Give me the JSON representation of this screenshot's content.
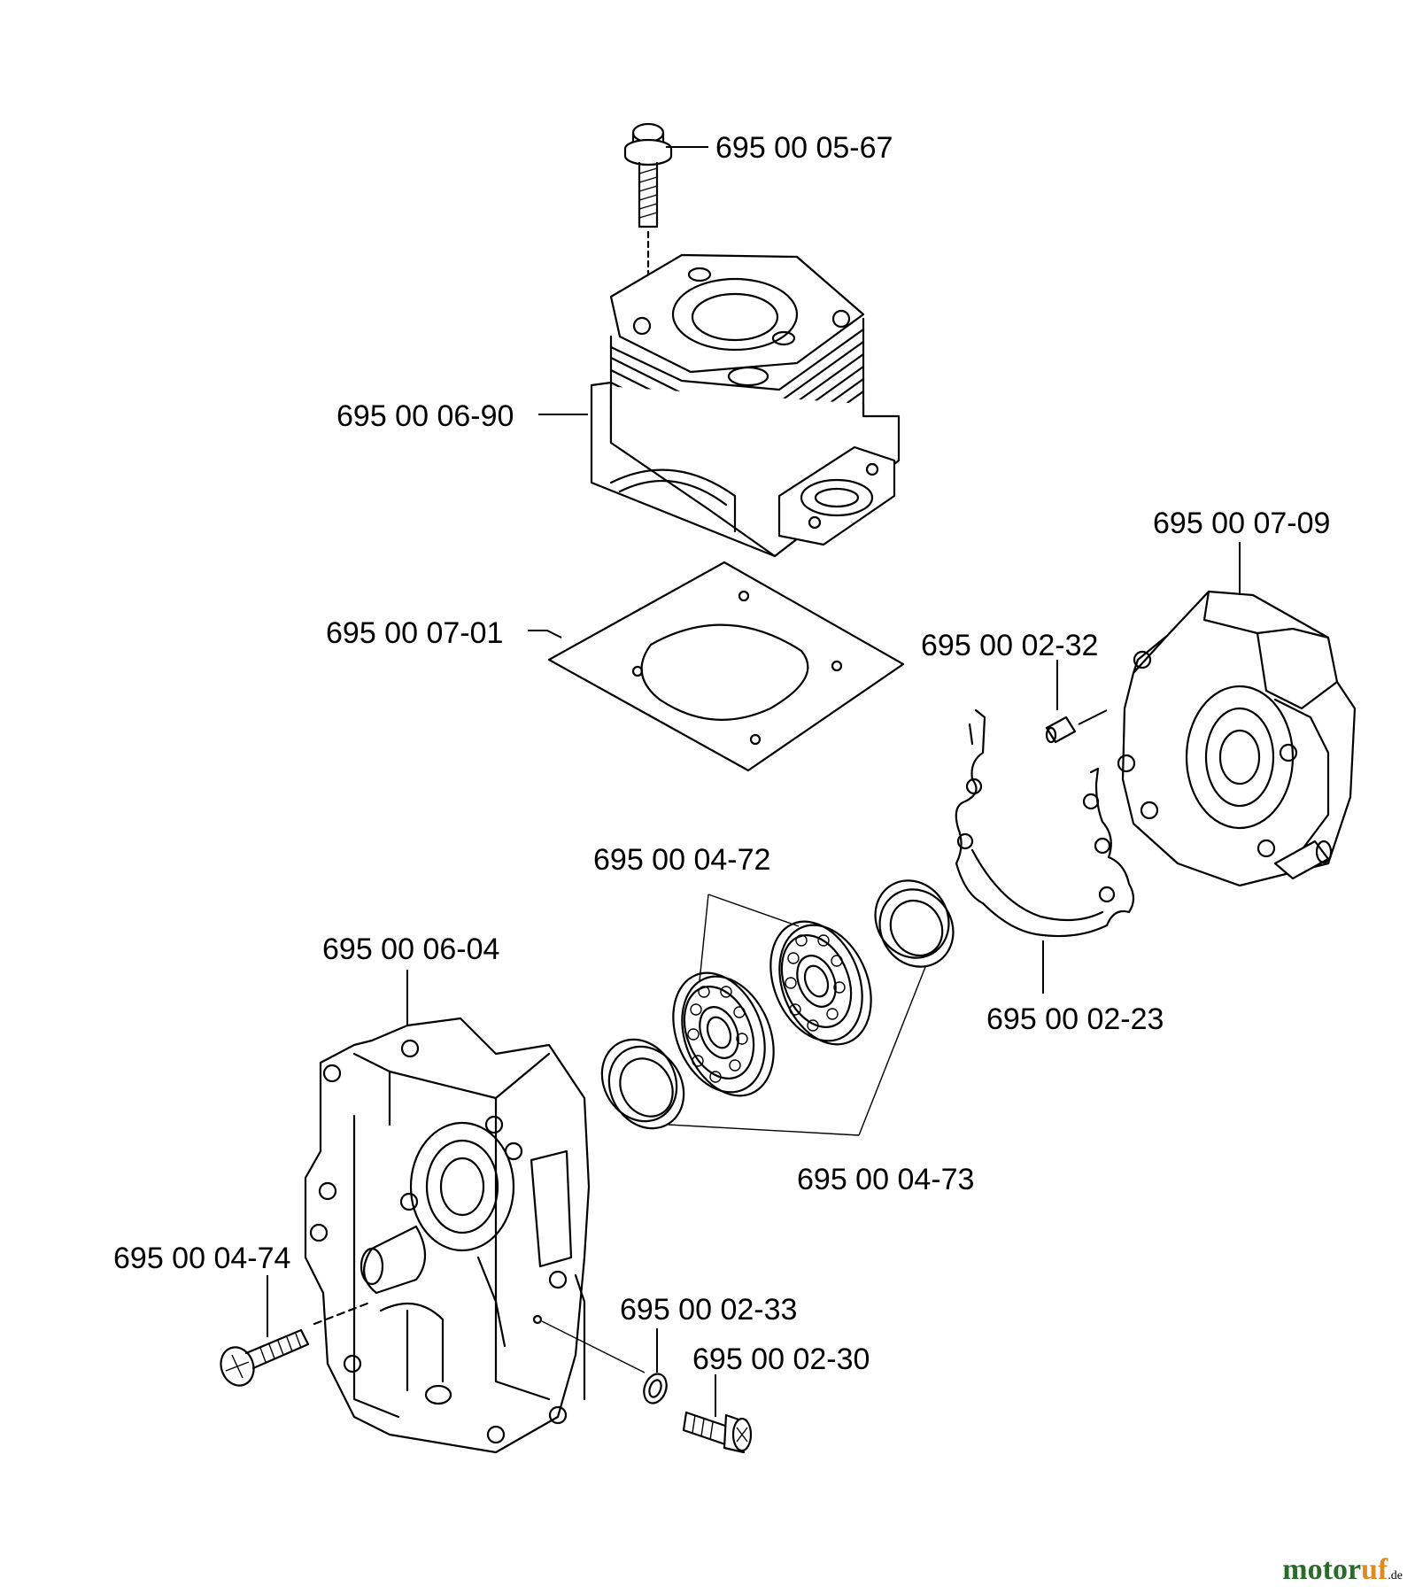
{
  "parts": {
    "bolt_top": "695 00 05-67",
    "cylinder": "695 00 06-90",
    "crankcase_half_right": "695 00 07-09",
    "cylinder_gasket": "695 00 07-01",
    "pin": "695 00 02-32",
    "bearings": "695 00 04-72",
    "crankcase_half_left": "695 00 06-04",
    "crankcase_gasket": "695 00 02-23",
    "seals": "695 00 04-73",
    "screw_left": "695 00 04-74",
    "washer": "695 00 02-33",
    "screw_bottom": "695 00 02-30"
  },
  "watermark": {
    "part1": "motor",
    "part2": "uf",
    "suffix": ".de",
    "color_main": "#2a6b2a",
    "color_accent": "#e08a1e"
  }
}
